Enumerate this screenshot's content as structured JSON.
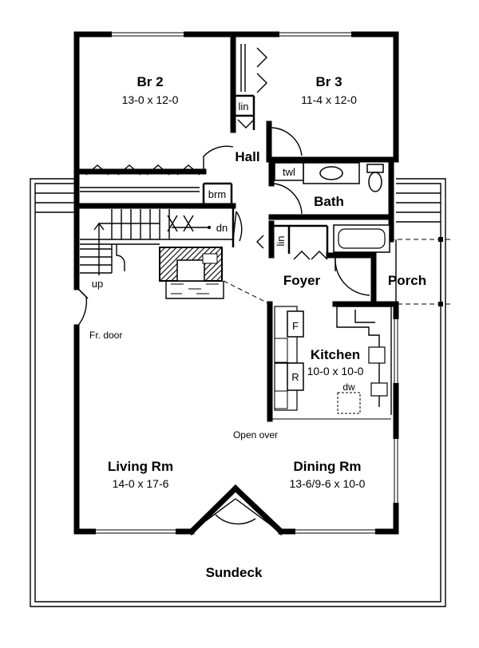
{
  "rooms": {
    "br2": {
      "name": "Br 2",
      "size": "13-0 x 12-0"
    },
    "br3": {
      "name": "Br 3",
      "size": "11-4 x 12-0"
    },
    "hall": {
      "name": "Hall"
    },
    "bath": {
      "name": "Bath"
    },
    "foyer": {
      "name": "Foyer"
    },
    "porch": {
      "name": "Porch"
    },
    "kitchen": {
      "name": "Kitchen",
      "size": "10-0 x 10-0"
    },
    "living": {
      "name": "Living Rm",
      "size": "14-0 x 17-6"
    },
    "dining": {
      "name": "Dining Rm",
      "size": "13-6/9-6 x 10-0"
    },
    "sundeck": {
      "name": "Sundeck"
    }
  },
  "labels": {
    "lin_top": "lin",
    "lin_foyer": "lin",
    "twl": "twl",
    "brm": "brm",
    "dn": "dn",
    "up": "up",
    "fr_door": "Fr. door",
    "fridge": "F",
    "range": "R",
    "dw": "dw",
    "open_over": "Open over"
  }
}
